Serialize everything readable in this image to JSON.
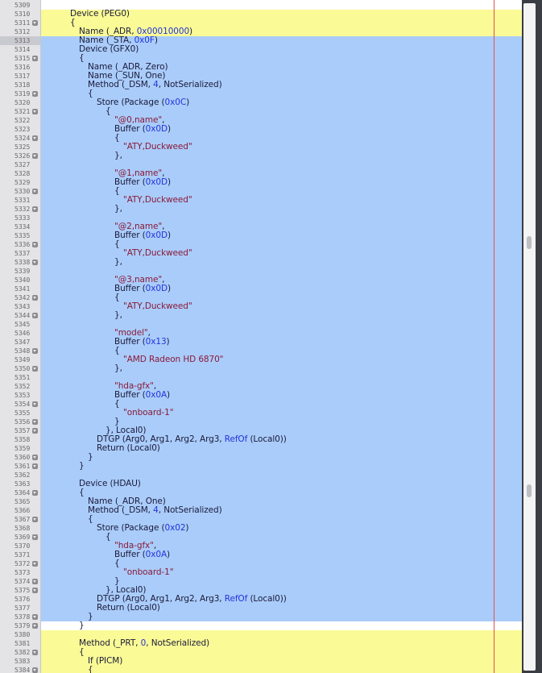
{
  "editor": {
    "first_line_number": 5309,
    "current_line": 5313,
    "colors": {
      "highlight_yellow": "#fafa96",
      "selection_blue": "#aaccfa",
      "margin_guide_red": "#e05050",
      "string_color": "#8a1a38",
      "number_color": "#2233dd",
      "plain_color": "#1a1a3a"
    },
    "lines": [
      {
        "n": "5309",
        "fold": false,
        "hl": "white",
        "indent": 0,
        "tokens": []
      },
      {
        "n": "5310",
        "fold": false,
        "hl": "yellow",
        "indent": 1,
        "tokens": [
          [
            "p",
            "Device (PEG0)"
          ]
        ]
      },
      {
        "n": "5311",
        "fold": true,
        "hl": "yellow",
        "indent": 1,
        "tokens": [
          [
            "p",
            "{"
          ]
        ]
      },
      {
        "n": "5312",
        "fold": false,
        "hl": "yellow",
        "indent": 2,
        "tokens": [
          [
            "p",
            "Name (_ADR, "
          ],
          [
            "n",
            "0x00010000"
          ],
          [
            "p",
            ")"
          ]
        ]
      },
      {
        "n": "5313",
        "fold": false,
        "hl": "blue",
        "indent": 2,
        "tokens": [
          [
            "p",
            "Name (_STA, "
          ],
          [
            "n",
            "0x0F"
          ],
          [
            "p",
            ")"
          ]
        ]
      },
      {
        "n": "5314",
        "fold": false,
        "hl": "blue",
        "indent": 2,
        "tokens": [
          [
            "p",
            "Device (GFX0)"
          ]
        ]
      },
      {
        "n": "5315",
        "fold": true,
        "hl": "blue",
        "indent": 2,
        "tokens": [
          [
            "p",
            "{"
          ]
        ]
      },
      {
        "n": "5316",
        "fold": false,
        "hl": "blue",
        "indent": 3,
        "tokens": [
          [
            "p",
            "Name (_ADR, Zero)"
          ]
        ]
      },
      {
        "n": "5317",
        "fold": false,
        "hl": "blue",
        "indent": 3,
        "tokens": [
          [
            "p",
            "Name (_SUN, One)"
          ]
        ]
      },
      {
        "n": "5318",
        "fold": false,
        "hl": "blue",
        "indent": 3,
        "tokens": [
          [
            "p",
            "Method (_DSM, "
          ],
          [
            "n",
            "4"
          ],
          [
            "p",
            ", NotSerialized)"
          ]
        ]
      },
      {
        "n": "5319",
        "fold": true,
        "hl": "blue",
        "indent": 3,
        "tokens": [
          [
            "p",
            "{"
          ]
        ]
      },
      {
        "n": "5320",
        "fold": false,
        "hl": "blue",
        "indent": 4,
        "tokens": [
          [
            "p",
            "Store (Package ("
          ],
          [
            "n",
            "0x0C"
          ],
          [
            "p",
            ")"
          ]
        ]
      },
      {
        "n": "5321",
        "fold": true,
        "hl": "blue",
        "indent": 5,
        "tokens": [
          [
            "p",
            "{"
          ]
        ]
      },
      {
        "n": "5322",
        "fold": false,
        "hl": "blue",
        "indent": 6,
        "tokens": [
          [
            "s",
            "\"@0,name\""
          ],
          [
            "p",
            ","
          ]
        ]
      },
      {
        "n": "5323",
        "fold": false,
        "hl": "blue",
        "indent": 6,
        "tokens": [
          [
            "p",
            "Buffer ("
          ],
          [
            "n",
            "0x0D"
          ],
          [
            "p",
            ")"
          ]
        ]
      },
      {
        "n": "5324",
        "fold": true,
        "hl": "blue",
        "indent": 6,
        "tokens": [
          [
            "p",
            "{"
          ]
        ]
      },
      {
        "n": "5325",
        "fold": false,
        "hl": "blue",
        "indent": 7,
        "tokens": [
          [
            "s",
            "\"ATY,Duckweed\""
          ]
        ]
      },
      {
        "n": "5326",
        "fold": true,
        "hl": "blue",
        "indent": 6,
        "tokens": [
          [
            "p",
            "},"
          ]
        ]
      },
      {
        "n": "5327",
        "fold": false,
        "hl": "blue",
        "indent": 0,
        "tokens": []
      },
      {
        "n": "5328",
        "fold": false,
        "hl": "blue",
        "indent": 6,
        "tokens": [
          [
            "s",
            "\"@1,name\""
          ],
          [
            "p",
            ","
          ]
        ]
      },
      {
        "n": "5329",
        "fold": false,
        "hl": "blue",
        "indent": 6,
        "tokens": [
          [
            "p",
            "Buffer ("
          ],
          [
            "n",
            "0x0D"
          ],
          [
            "p",
            ")"
          ]
        ]
      },
      {
        "n": "5330",
        "fold": true,
        "hl": "blue",
        "indent": 6,
        "tokens": [
          [
            "p",
            "{"
          ]
        ]
      },
      {
        "n": "5331",
        "fold": false,
        "hl": "blue",
        "indent": 7,
        "tokens": [
          [
            "s",
            "\"ATY,Duckweed\""
          ]
        ]
      },
      {
        "n": "5332",
        "fold": true,
        "hl": "blue",
        "indent": 6,
        "tokens": [
          [
            "p",
            "},"
          ]
        ]
      },
      {
        "n": "5333",
        "fold": false,
        "hl": "blue",
        "indent": 0,
        "tokens": []
      },
      {
        "n": "5334",
        "fold": false,
        "hl": "blue",
        "indent": 6,
        "tokens": [
          [
            "s",
            "\"@2,name\""
          ],
          [
            "p",
            ","
          ]
        ]
      },
      {
        "n": "5335",
        "fold": false,
        "hl": "blue",
        "indent": 6,
        "tokens": [
          [
            "p",
            "Buffer ("
          ],
          [
            "n",
            "0x0D"
          ],
          [
            "p",
            ")"
          ]
        ]
      },
      {
        "n": "5336",
        "fold": true,
        "hl": "blue",
        "indent": 6,
        "tokens": [
          [
            "p",
            "{"
          ]
        ]
      },
      {
        "n": "5337",
        "fold": false,
        "hl": "blue",
        "indent": 7,
        "tokens": [
          [
            "s",
            "\"ATY,Duckweed\""
          ]
        ]
      },
      {
        "n": "5338",
        "fold": true,
        "hl": "blue",
        "indent": 6,
        "tokens": [
          [
            "p",
            "},"
          ]
        ]
      },
      {
        "n": "5339",
        "fold": false,
        "hl": "blue",
        "indent": 0,
        "tokens": []
      },
      {
        "n": "5340",
        "fold": false,
        "hl": "blue",
        "indent": 6,
        "tokens": [
          [
            "s",
            "\"@3,name\""
          ],
          [
            "p",
            ","
          ]
        ]
      },
      {
        "n": "5341",
        "fold": false,
        "hl": "blue",
        "indent": 6,
        "tokens": [
          [
            "p",
            "Buffer ("
          ],
          [
            "n",
            "0x0D"
          ],
          [
            "p",
            ")"
          ]
        ]
      },
      {
        "n": "5342",
        "fold": true,
        "hl": "blue",
        "indent": 6,
        "tokens": [
          [
            "p",
            "{"
          ]
        ]
      },
      {
        "n": "5343",
        "fold": false,
        "hl": "blue",
        "indent": 7,
        "tokens": [
          [
            "s",
            "\"ATY,Duckweed\""
          ]
        ]
      },
      {
        "n": "5344",
        "fold": true,
        "hl": "blue",
        "indent": 6,
        "tokens": [
          [
            "p",
            "},"
          ]
        ]
      },
      {
        "n": "5345",
        "fold": false,
        "hl": "blue",
        "indent": 0,
        "tokens": []
      },
      {
        "n": "5346",
        "fold": false,
        "hl": "blue",
        "indent": 6,
        "tokens": [
          [
            "s",
            "\"model\""
          ],
          [
            "p",
            ","
          ]
        ]
      },
      {
        "n": "5347",
        "fold": false,
        "hl": "blue",
        "indent": 6,
        "tokens": [
          [
            "p",
            "Buffer ("
          ],
          [
            "n",
            "0x13"
          ],
          [
            "p",
            ")"
          ]
        ]
      },
      {
        "n": "5348",
        "fold": true,
        "hl": "blue",
        "indent": 6,
        "tokens": [
          [
            "p",
            "{"
          ]
        ]
      },
      {
        "n": "5349",
        "fold": false,
        "hl": "blue",
        "indent": 7,
        "tokens": [
          [
            "s",
            "\"AMD Radeon HD 6870\""
          ]
        ]
      },
      {
        "n": "5350",
        "fold": true,
        "hl": "blue",
        "indent": 6,
        "tokens": [
          [
            "p",
            "},"
          ]
        ]
      },
      {
        "n": "5351",
        "fold": false,
        "hl": "blue",
        "indent": 0,
        "tokens": []
      },
      {
        "n": "5352",
        "fold": false,
        "hl": "blue",
        "indent": 6,
        "tokens": [
          [
            "s",
            "\"hda-gfx\""
          ],
          [
            "p",
            ","
          ]
        ]
      },
      {
        "n": "5353",
        "fold": false,
        "hl": "blue",
        "indent": 6,
        "tokens": [
          [
            "p",
            "Buffer ("
          ],
          [
            "n",
            "0x0A"
          ],
          [
            "p",
            ")"
          ]
        ]
      },
      {
        "n": "5354",
        "fold": true,
        "hl": "blue",
        "indent": 6,
        "tokens": [
          [
            "p",
            "{"
          ]
        ]
      },
      {
        "n": "5355",
        "fold": false,
        "hl": "blue",
        "indent": 7,
        "tokens": [
          [
            "s",
            "\"onboard-1\""
          ]
        ]
      },
      {
        "n": "5356",
        "fold": true,
        "hl": "blue",
        "indent": 6,
        "tokens": [
          [
            "p",
            "}"
          ]
        ]
      },
      {
        "n": "5357",
        "fold": true,
        "hl": "blue",
        "indent": 5,
        "tokens": [
          [
            "p",
            "}, Local0)"
          ]
        ]
      },
      {
        "n": "5358",
        "fold": false,
        "hl": "blue",
        "indent": 4,
        "tokens": [
          [
            "p",
            "DTGP (Arg0, Arg1, Arg2, Arg3, "
          ],
          [
            "k",
            "RefOf"
          ],
          [
            "p",
            " (Local0))"
          ]
        ]
      },
      {
        "n": "5359",
        "fold": false,
        "hl": "blue",
        "indent": 4,
        "tokens": [
          [
            "p",
            "Return (Local0)"
          ]
        ]
      },
      {
        "n": "5360",
        "fold": true,
        "hl": "blue",
        "indent": 3,
        "tokens": [
          [
            "p",
            "}"
          ]
        ]
      },
      {
        "n": "5361",
        "fold": true,
        "hl": "blue",
        "indent": 2,
        "tokens": [
          [
            "p",
            "}"
          ]
        ]
      },
      {
        "n": "5362",
        "fold": false,
        "hl": "blue",
        "indent": 0,
        "tokens": []
      },
      {
        "n": "5363",
        "fold": false,
        "hl": "blue",
        "indent": 2,
        "tokens": [
          [
            "p",
            "Device (HDAU)"
          ]
        ]
      },
      {
        "n": "5364",
        "fold": true,
        "hl": "blue",
        "indent": 2,
        "tokens": [
          [
            "p",
            "{"
          ]
        ]
      },
      {
        "n": "5365",
        "fold": false,
        "hl": "blue",
        "indent": 3,
        "tokens": [
          [
            "p",
            "Name (_ADR, One)"
          ]
        ]
      },
      {
        "n": "5366",
        "fold": false,
        "hl": "blue",
        "indent": 3,
        "tokens": [
          [
            "p",
            "Method (_DSM, "
          ],
          [
            "n",
            "4"
          ],
          [
            "p",
            ", NotSerialized)"
          ]
        ]
      },
      {
        "n": "5367",
        "fold": true,
        "hl": "blue",
        "indent": 3,
        "tokens": [
          [
            "p",
            "{"
          ]
        ]
      },
      {
        "n": "5368",
        "fold": false,
        "hl": "blue",
        "indent": 4,
        "tokens": [
          [
            "p",
            "Store (Package ("
          ],
          [
            "n",
            "0x02"
          ],
          [
            "p",
            ")"
          ]
        ]
      },
      {
        "n": "5369",
        "fold": true,
        "hl": "blue",
        "indent": 5,
        "tokens": [
          [
            "p",
            "{"
          ]
        ]
      },
      {
        "n": "5370",
        "fold": false,
        "hl": "blue",
        "indent": 6,
        "tokens": [
          [
            "s",
            "\"hda-gfx\""
          ],
          [
            "p",
            ","
          ]
        ]
      },
      {
        "n": "5371",
        "fold": false,
        "hl": "blue",
        "indent": 6,
        "tokens": [
          [
            "p",
            "Buffer ("
          ],
          [
            "n",
            "0x0A"
          ],
          [
            "p",
            ")"
          ]
        ]
      },
      {
        "n": "5372",
        "fold": true,
        "hl": "blue",
        "indent": 6,
        "tokens": [
          [
            "p",
            "{"
          ]
        ]
      },
      {
        "n": "5373",
        "fold": false,
        "hl": "blue",
        "indent": 7,
        "tokens": [
          [
            "s",
            "\"onboard-1\""
          ]
        ]
      },
      {
        "n": "5374",
        "fold": true,
        "hl": "blue",
        "indent": 6,
        "tokens": [
          [
            "p",
            "}"
          ]
        ]
      },
      {
        "n": "5375",
        "fold": true,
        "hl": "blue",
        "indent": 5,
        "tokens": [
          [
            "p",
            "}, Local0)"
          ]
        ]
      },
      {
        "n": "5376",
        "fold": false,
        "hl": "blue",
        "indent": 4,
        "tokens": [
          [
            "p",
            "DTGP (Arg0, Arg1, Arg2, Arg3, "
          ],
          [
            "k",
            "RefOf"
          ],
          [
            "p",
            " (Local0))"
          ]
        ]
      },
      {
        "n": "5377",
        "fold": false,
        "hl": "blue",
        "indent": 4,
        "tokens": [
          [
            "p",
            "Return (Local0)"
          ]
        ]
      },
      {
        "n": "5378",
        "fold": true,
        "hl": "blue",
        "indent": 3,
        "tokens": [
          [
            "p",
            "}"
          ]
        ]
      },
      {
        "n": "5379",
        "fold": true,
        "hl": "white",
        "indent": 2,
        "tokens": [
          [
            "p",
            "}"
          ]
        ]
      },
      {
        "n": "5380",
        "fold": false,
        "hl": "yellow",
        "indent": 0,
        "tokens": []
      },
      {
        "n": "5381",
        "fold": false,
        "hl": "yellow",
        "indent": 2,
        "tokens": [
          [
            "p",
            "Method (_PRT, "
          ],
          [
            "n",
            "0"
          ],
          [
            "p",
            ", NotSerialized)"
          ]
        ]
      },
      {
        "n": "5382",
        "fold": true,
        "hl": "yellow",
        "indent": 2,
        "tokens": [
          [
            "p",
            "{"
          ]
        ]
      },
      {
        "n": "5383",
        "fold": false,
        "hl": "yellow",
        "indent": 3,
        "tokens": [
          [
            "p",
            "If (PICM)"
          ]
        ]
      },
      {
        "n": "5384",
        "fold": true,
        "hl": "yellow",
        "indent": 3,
        "tokens": [
          [
            "p",
            "{"
          ]
        ]
      }
    ]
  }
}
